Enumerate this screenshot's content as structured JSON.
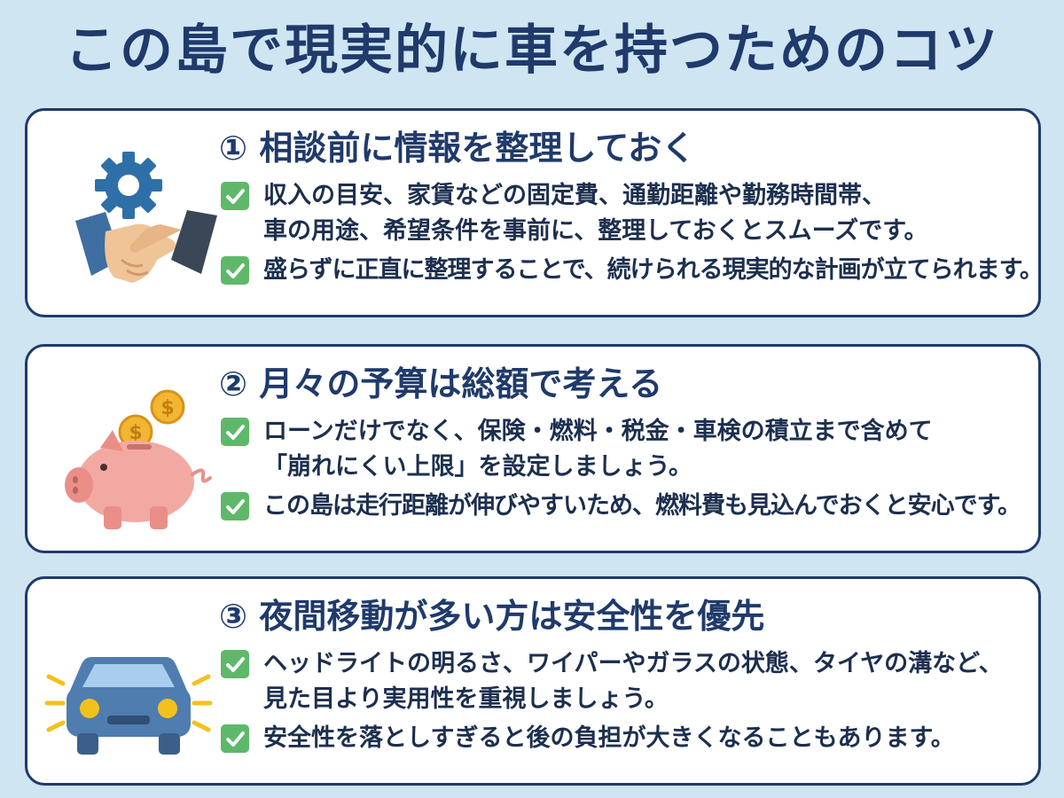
{
  "title": "この島で現実的に車を持つためのコツ",
  "cards": [
    {
      "icon": "handshake-gear-icon",
      "heading": "① 相談前に情報を整理しておく",
      "bullets": [
        {
          "lines": [
            "収入の目安、家賃などの固定費、通勤距離や勤務時間帯、",
            "車の用途、希望条件を事前に、整理しておくとスムーズです。"
          ]
        },
        {
          "lines": [
            "盛らずに正直に整理することで、続けられる現実的な計画が立てられます。"
          ]
        }
      ]
    },
    {
      "icon": "piggy-bank-icon",
      "heading": "② 月々の予算は総額で考える",
      "bullets": [
        {
          "lines": [
            "ローンだけでなく、保険・燃料・税金・車検の積立まで含めて",
            "「崩れにくい上限」を設定しましょう。"
          ]
        },
        {
          "lines": [
            "この島は走行距離が伸びやすいため、燃料費も見込んでおくと安心です。"
          ]
        }
      ]
    },
    {
      "icon": "car-headlights-icon",
      "heading": "③ 夜間移動が多い方は安全性を優先",
      "bullets": [
        {
          "lines": [
            "ヘッドライトの明るさ、ワイパーやガラスの状態、タイヤの溝など、",
            "見た目より実用性を重視しましょう。"
          ]
        },
        {
          "lines": [
            "安全性を落としすぎると後の負担が大きくなることもあります。"
          ]
        }
      ]
    }
  ],
  "colors": {
    "background": "#cfe5f2",
    "accent": "#1f3a6b",
    "check": "#5fb86a"
  }
}
